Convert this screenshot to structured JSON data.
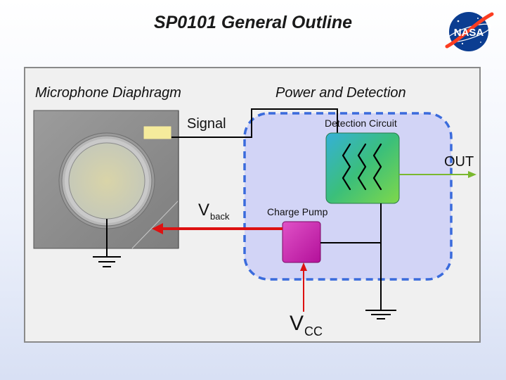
{
  "title": "SP0101 General Outline",
  "logo": {
    "text": "NASA",
    "icon": "nasa-meatball-logo"
  },
  "diagram": {
    "left_section_title": "Microphone Diaphragm",
    "right_section_title": "Power and Detection",
    "signal_label": "Signal",
    "detection_circuit_label": "Detection Circuit",
    "output_label": "OUT",
    "charge_pump_label": "Charge Pump",
    "vback": {
      "main": "V",
      "sub": "back"
    },
    "vcc": {
      "main": "V",
      "sub": "CC"
    },
    "colors": {
      "signal_wire": "#000000",
      "output_wire": "#7ab82e",
      "vback_arrow": "#dd1111",
      "vcc_arrow": "#dd1111",
      "enclosure_border": "#3a6bdc",
      "enclosure_fill": "#d2d4f6",
      "detection_fill": "#3bbf7a",
      "charge_pump_fill": "#cc1aa8",
      "mic_frame": "#828282"
    }
  }
}
